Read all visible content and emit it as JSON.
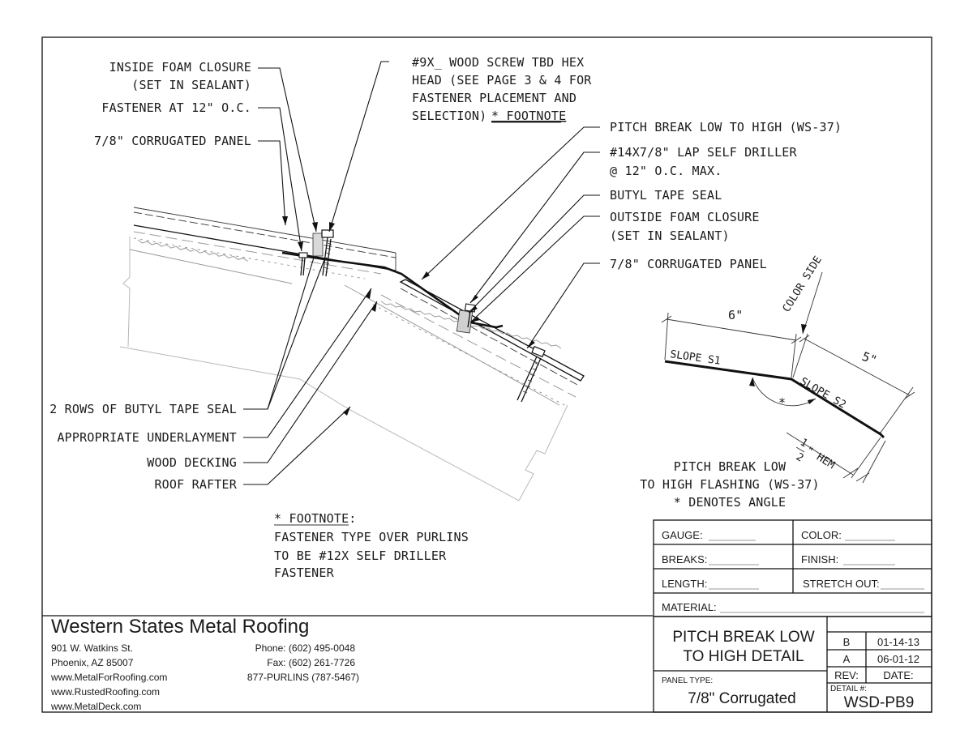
{
  "callouts_left": {
    "inside_foam_closure": "INSIDE FOAM CLOSURE",
    "inside_foam_closure_2": "(SET IN SEALANT)",
    "fastener_at_12": "FASTENER AT 12\" O.C.",
    "corrugated_panel_left": "7/8\" CORRUGATED PANEL",
    "two_rows_butyl": "2 ROWS OF BUTYL TAPE SEAL",
    "underlayment": "APPROPRIATE UNDERLAYMENT",
    "wood_decking": "WOOD DECKING",
    "roof_rafter": "ROOF RAFTER"
  },
  "callouts_top": {
    "wood_screw_1": "#9X_ WOOD SCREW TBD HEX",
    "wood_screw_2": "HEAD (SEE PAGE 3 & 4 FOR",
    "wood_screw_3": "FASTENER PLACEMENT AND",
    "wood_screw_4": "SELECTION)",
    "wood_screw_footnote": "* FOOTNOTE"
  },
  "callouts_right": {
    "pitch_break": "PITCH BREAK LOW TO HIGH (WS-37)",
    "lap_driller_1": "#14X7/8\" LAP SELF DRILLER",
    "lap_driller_2": "@ 12\" O.C. MAX.",
    "butyl_tape": "BUTYL TAPE SEAL",
    "outside_foam_1": "OUTSIDE FOAM CLOSURE",
    "outside_foam_2": "(SET IN SEALANT)",
    "corrugated_panel_right": "7/8\" CORRUGATED PANEL"
  },
  "flashing_profile": {
    "dim_6": "6\"",
    "dim_5": "5\"",
    "color_side": "COLOR SIDE",
    "slope_s1": "SLOPE S1",
    "slope_s2": "SLOPE S2",
    "angle_mark": "*",
    "hem_num": "1",
    "hem_den": "2",
    "hem_label": "\" HEM",
    "caption_1": "PITCH BREAK LOW",
    "caption_2": "TO HIGH FLASHING (WS-37)",
    "caption_3": "* DENOTES ANGLE"
  },
  "footnote": {
    "title": "* FOOTNOTE:",
    "line_1": "FASTENER TYPE OVER PURLINS",
    "line_2": "TO BE #12X SELF DRILLER",
    "line_3": "FASTENER"
  },
  "spec_box": {
    "gauge": "GAUGE:",
    "color": "COLOR:",
    "breaks": "BREAKS:",
    "finish": "FINISH:",
    "length": "LENGTH:",
    "stretch_out": "STRETCH OUT:",
    "material": "MATERIAL:"
  },
  "company": {
    "name": "Western States Metal Roofing",
    "address_1": "901 W. Watkins St.",
    "address_2": "Phoenix, AZ 85007",
    "web_1": "www.MetalForRoofing.com",
    "web_2": "www.RustedRoofing.com",
    "web_3": "www.MetalDeck.com",
    "phone": "Phone: (602) 495-0048",
    "fax": "Fax: (602) 261-7726",
    "tollfree": "877-PURLINS (787-5467)"
  },
  "title_block": {
    "title_1": "PITCH BREAK LOW",
    "title_2": "TO HIGH DETAIL",
    "panel_type_label": "PANEL TYPE:",
    "panel_type_value": "7/8\" Corrugated",
    "rev_rows": [
      {
        "rev": "B",
        "date": "01-14-13"
      },
      {
        "rev": "A",
        "date": "06-01-12"
      }
    ],
    "rev_header": "REV:",
    "date_header": "DATE:",
    "detail_label": "DETAIL #:",
    "detail_value": "WSD-PB9"
  }
}
